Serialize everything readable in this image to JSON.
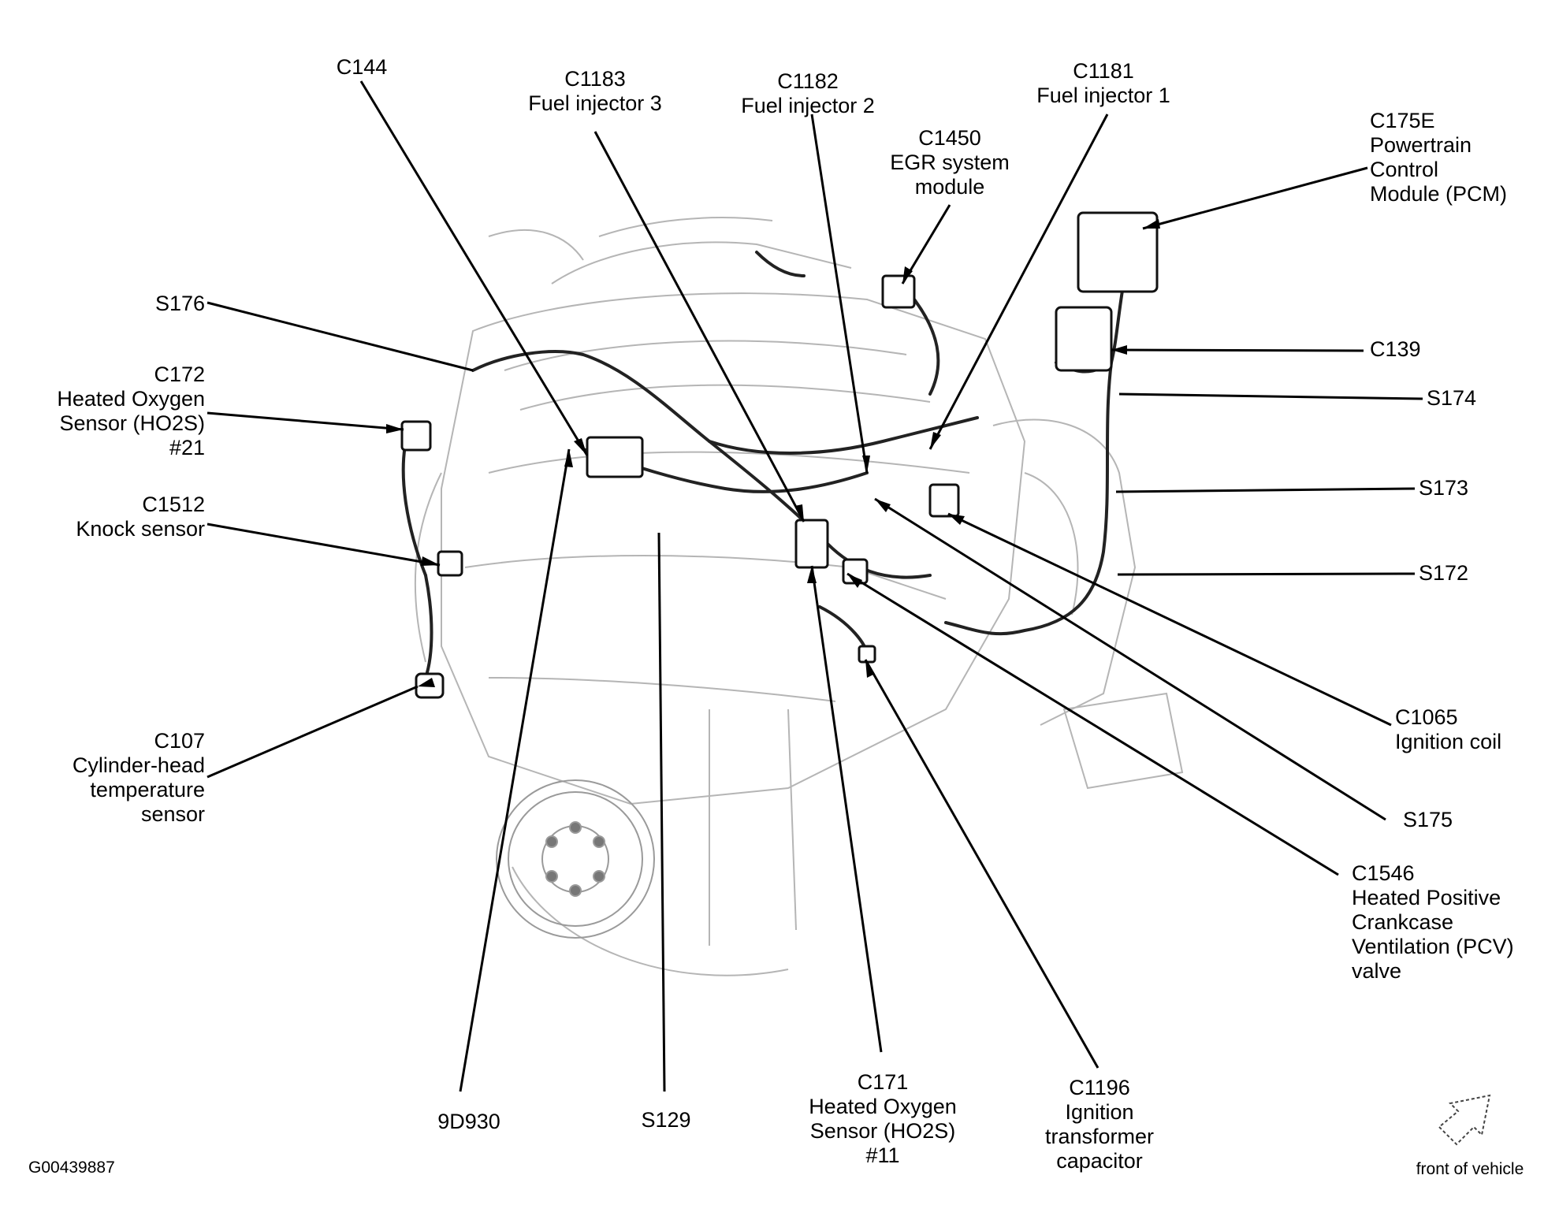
{
  "diagram": {
    "labels": {
      "c144": [
        "C144"
      ],
      "c1183": [
        "C1183",
        "Fuel injector 3"
      ],
      "c1182": [
        "C1182",
        "Fuel injector 2"
      ],
      "c1181": [
        "C1181",
        "Fuel injector 1"
      ],
      "c1450": [
        "C1450",
        "EGR system",
        "module"
      ],
      "c175e": [
        "C175E",
        "Powertrain",
        "Control",
        "Module (PCM)"
      ],
      "s176": [
        "S176"
      ],
      "c172": [
        "C172",
        "Heated Oxygen",
        "Sensor (HO2S)",
        "#21"
      ],
      "c1512": [
        "C1512",
        "Knock sensor"
      ],
      "c107": [
        "C107",
        "Cylinder-head",
        "temperature",
        "sensor"
      ],
      "c139": [
        "C139"
      ],
      "s174": [
        "S174"
      ],
      "s173": [
        "S173"
      ],
      "s172": [
        "S172"
      ],
      "c1065": [
        "C1065",
        "Ignition coil"
      ],
      "s175": [
        "S175"
      ],
      "c1546": [
        "C1546",
        "Heated Positive",
        "Crankcase",
        "Ventilation (PCV)",
        "valve"
      ],
      "d9930": [
        "9D930"
      ],
      "s129": [
        "S129"
      ],
      "c171": [
        "C171",
        "Heated Oxygen",
        "Sensor (HO2S)",
        "#11"
      ],
      "c1196": [
        "C1196",
        "Ignition",
        "transformer",
        "capacitor"
      ]
    },
    "figure_id": "G00439887",
    "orientation_label": "front of vehicle"
  }
}
